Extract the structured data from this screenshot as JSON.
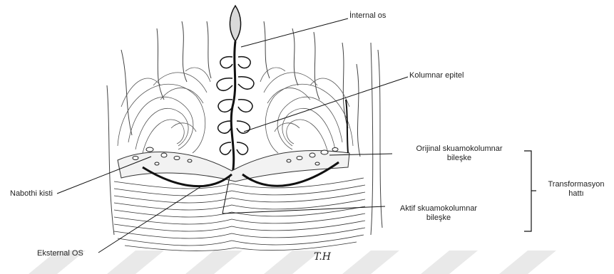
{
  "labels": {
    "internal_os": "İnternal os",
    "kolumnar_epitel": "Kolumnar epitel",
    "orijinal_line1": "Orijinal skuamokolumnar",
    "orijinal_line2": "bileşke",
    "transformasyon_line1": "Transformasyon",
    "transformasyon_line2": "hattı",
    "nabothi": "Nabothi kisti",
    "aktif_line1": "Aktif skuamokolumnar",
    "aktif_line2": "bileşke",
    "eksternal_os": "Eksternal OS"
  },
  "artist_initials": "T.H",
  "colors": {
    "ink": "#222222",
    "watermark": "#e6e6e6",
    "background": "#ffffff"
  }
}
